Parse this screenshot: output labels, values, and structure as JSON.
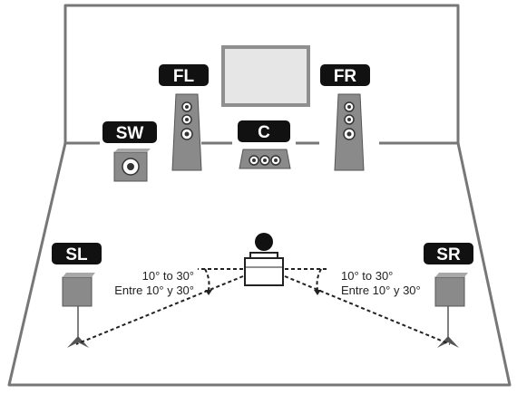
{
  "speakers": {
    "front_left": "FL",
    "front_right": "FR",
    "center": "C",
    "subwoofer": "SW",
    "surround_left": "SL",
    "surround_right": "SR"
  },
  "angles": {
    "left_line1": "10° to 30°",
    "left_line2": "Entre 10° y 30°",
    "right_line1": "10° to 30°",
    "right_line2": "Entre 10° y 30°"
  },
  "colors": {
    "badge": "#111111",
    "speaker_body": "#8a8a8a",
    "screen_fill": "#e6e6e6",
    "line": "#777777"
  }
}
